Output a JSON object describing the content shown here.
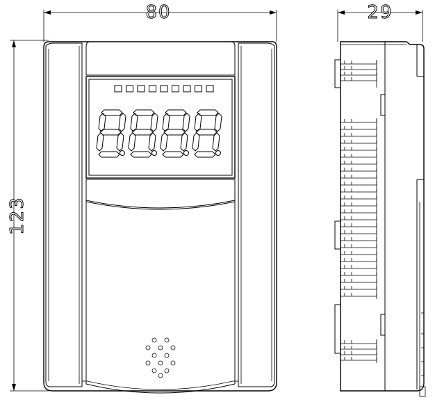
{
  "dimensions": {
    "width_label": "80",
    "height_label": "123",
    "depth_label": "29"
  },
  "display": {
    "digits": [
      "8",
      "8",
      "8",
      "8"
    ],
    "indicator_count": 9,
    "segment_color": "#000000"
  },
  "colors": {
    "line": "#000000",
    "background": "#ffffff"
  }
}
